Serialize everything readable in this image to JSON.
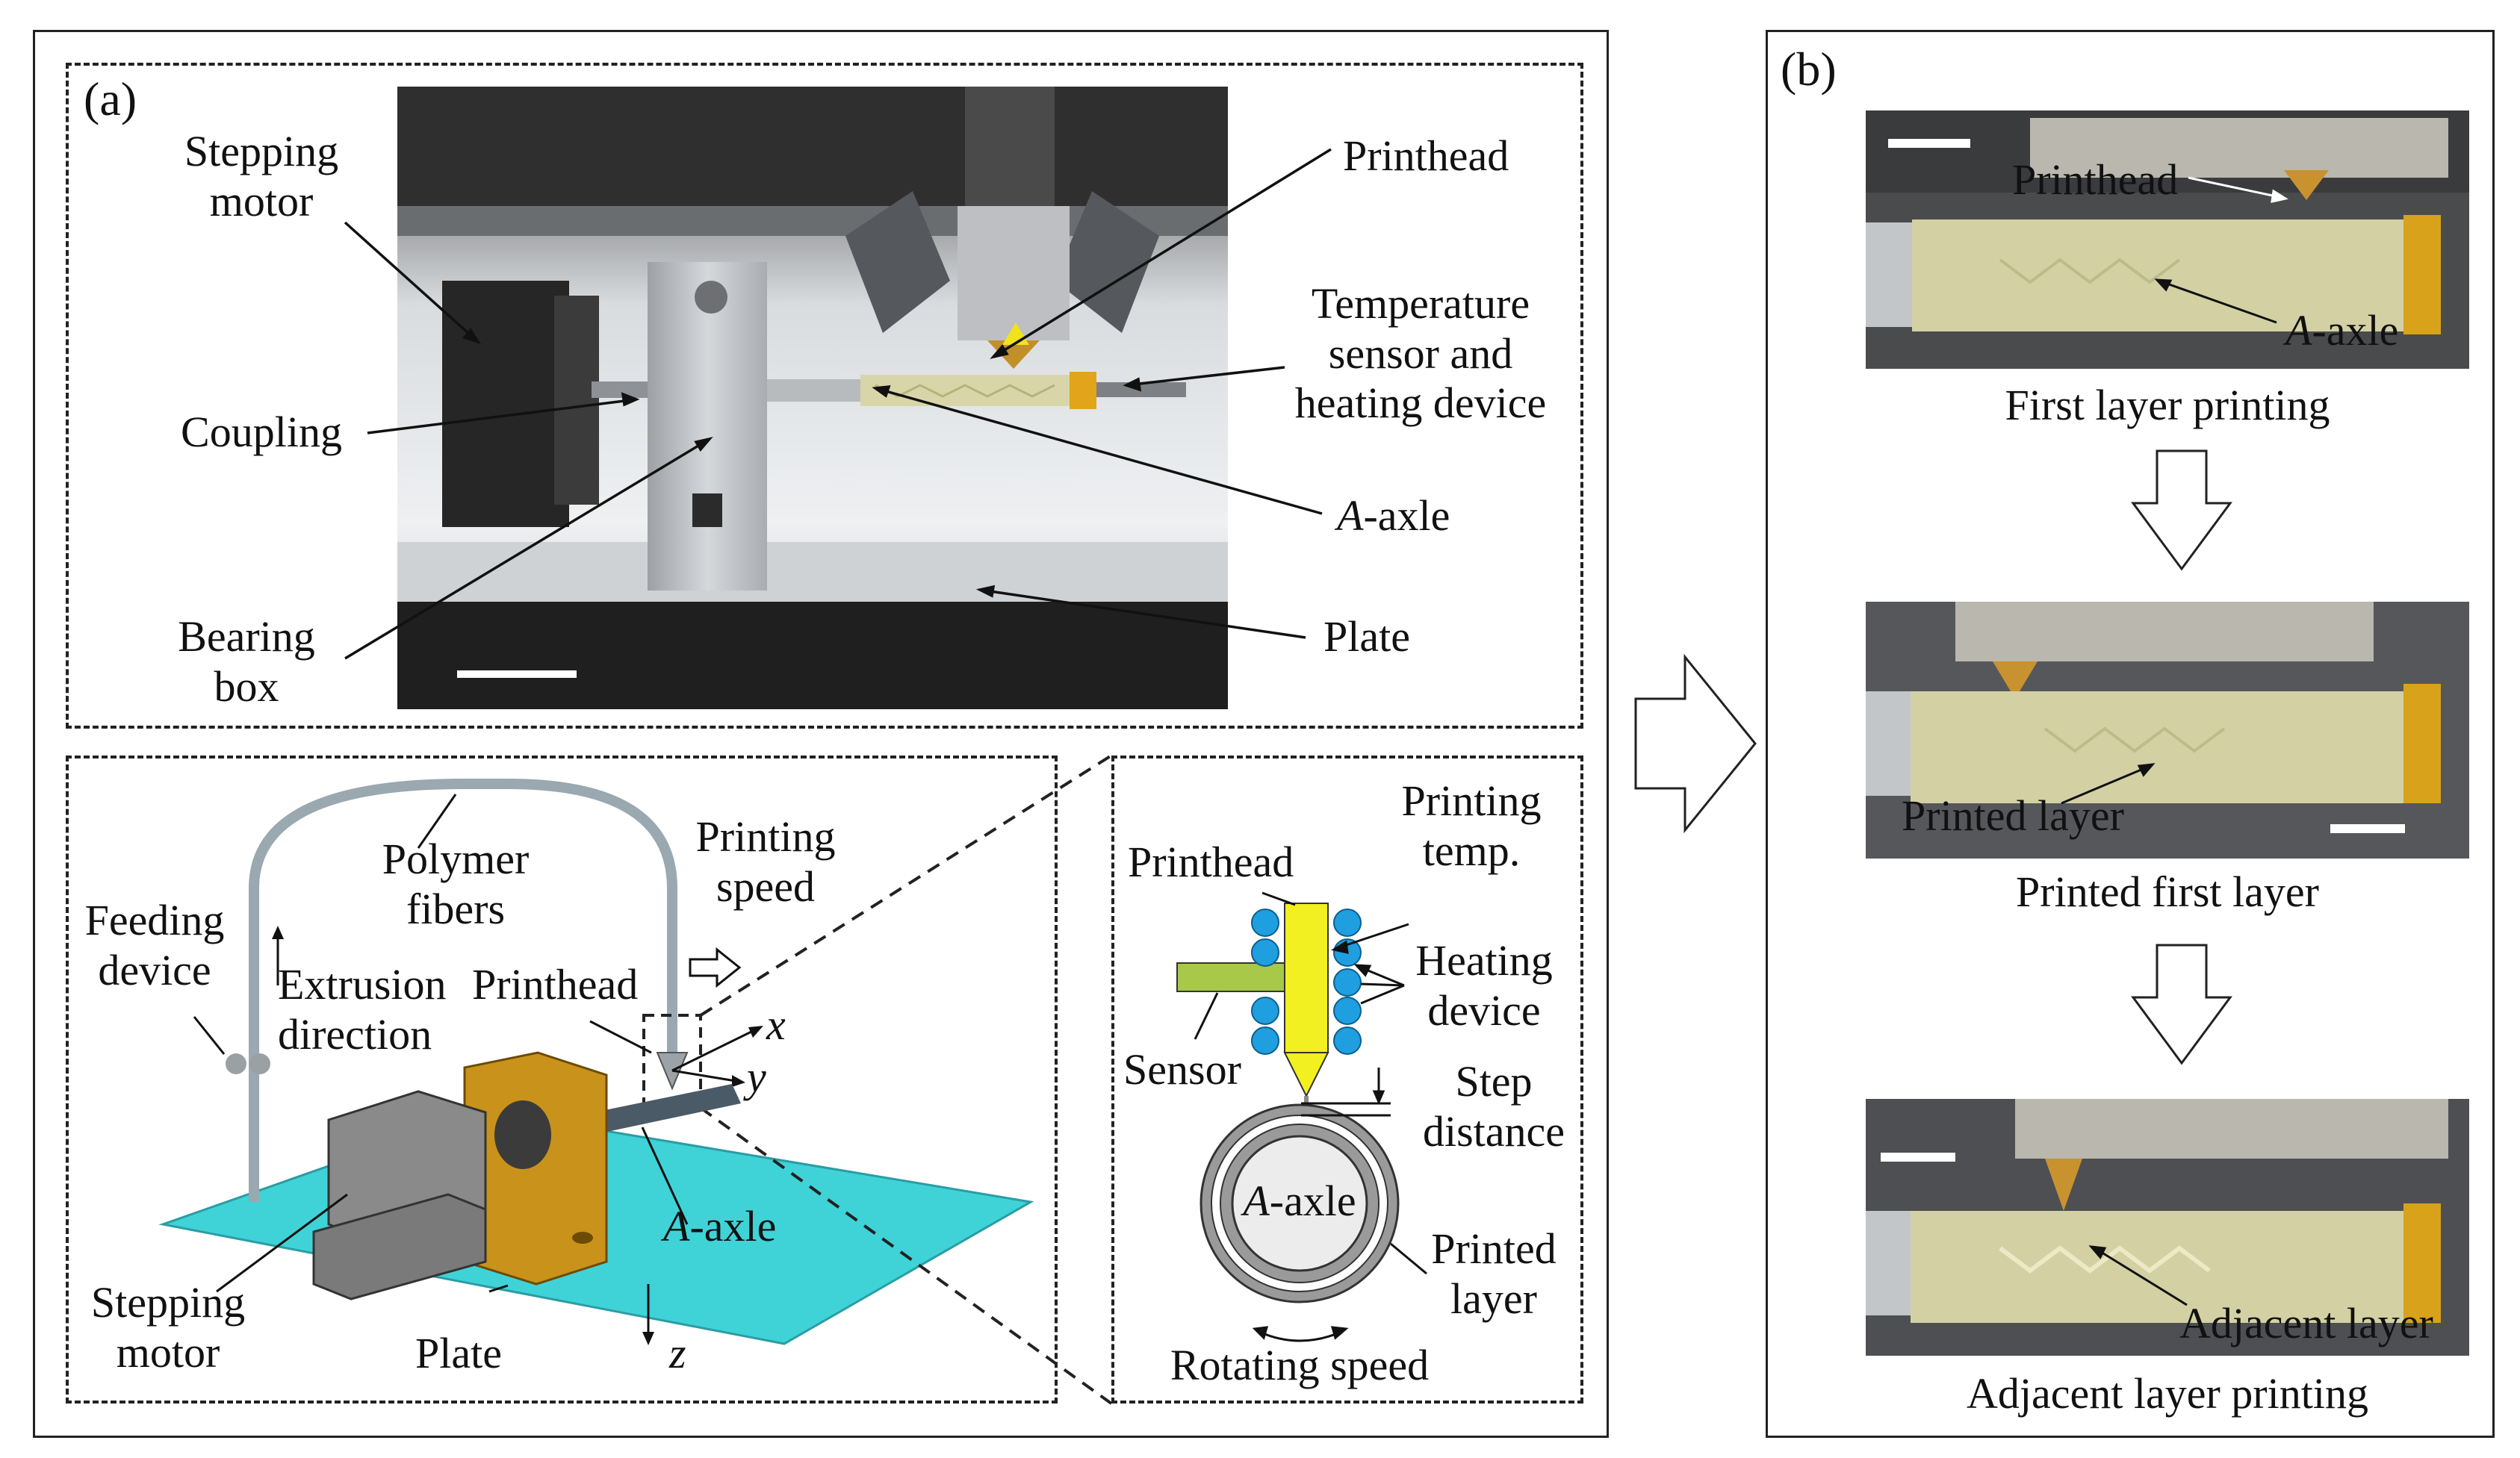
{
  "panel_a": {
    "label": "(a)",
    "photo": {
      "stepping_motor": "Stepping\nmotor",
      "coupling": "Coupling",
      "bearing_box": "Bearing\nbox",
      "printhead": "Printhead",
      "temp_sensor": "Temperature\nsensor and\nheating device",
      "a_axle_italic": "A",
      "a_axle_rest": "-axle",
      "plate": "Plate"
    },
    "schematic": {
      "feeding_device": "Feeding\ndevice",
      "polymer_fibers": "Polymer\nfibers",
      "printing_speed": "Printing\nspeed",
      "extrusion_direction": "Extrusion\ndirection",
      "printhead": "Printhead",
      "axis_x": "x",
      "axis_y": "y",
      "axis_z": "z",
      "a_axle_italic": "A",
      "a_axle_rest": "-axle",
      "stepping_motor": "Stepping\nmotor",
      "plate": "Plate"
    },
    "detail": {
      "printhead": "Printhead",
      "printing_temp": "Printing\ntemp.",
      "heating_device": "Heating\ndevice",
      "sensor": "Sensor",
      "step_distance": "Step\ndistance",
      "a_axle_italic": "A",
      "a_axle_rest": "-axle",
      "printed_layer": "Printed\nlayer",
      "rotating_speed": "Rotating speed"
    }
  },
  "panel_b": {
    "label": "(b)",
    "step1": {
      "printhead": "Printhead",
      "a_axle_italic": "A",
      "a_axle_rest": "-axle",
      "caption": "First layer printing"
    },
    "step2": {
      "printed_layer": "Printed layer",
      "caption": "Printed first layer"
    },
    "step3": {
      "adjacent_layer": "Adjacent layer",
      "caption": "Adjacent layer printing"
    }
  },
  "colors": {
    "photo_dark": "#2a2a2a",
    "aluminum": "#c9c9c9",
    "axle": "#d8d6a8",
    "plate_cyan": "#3fd3d8",
    "bearing_gold": "#c9921a",
    "motor_grey": "#8a8a8a",
    "printhead_yellow": "#f2f020",
    "sensor_green": "#a8c84a",
    "heater_blue": "#1f9fe0",
    "axle_ring": "#9a9a9a"
  }
}
